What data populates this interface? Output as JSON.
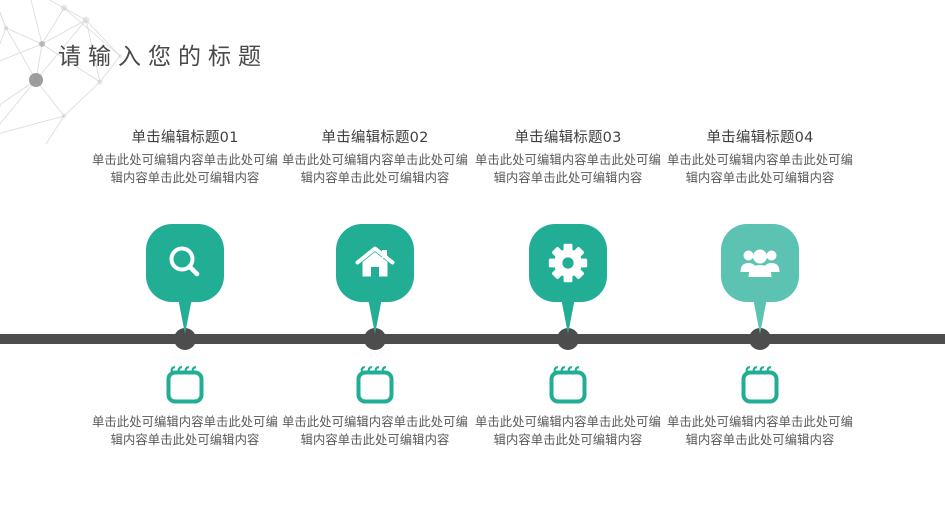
{
  "slide": {
    "title": "请输入您的标题",
    "background_color": "#ffffff",
    "title_color": "#4a4a4a",
    "timeline_color": "#4d4d4d",
    "accent_color": "#21ae95",
    "accent_color_light": "#5cc3b2",
    "decoration": "network-constellation"
  },
  "columns": [
    {
      "title": "单击编辑标题01",
      "description": "单击此处可编辑内容单击此处可编辑内容单击此处可编辑内容",
      "icon": "search-icon",
      "badge_color": "#21ae95",
      "footer_icon": "notepad-icon",
      "footer_description": "单击此处可编辑内容单击此处可编辑内容单击此处可编辑内容"
    },
    {
      "title": "单击编辑标题02",
      "description": "单击此处可编辑内容单击此处可编辑内容单击此处可编辑内容",
      "icon": "home-icon",
      "badge_color": "#21ae95",
      "footer_icon": "notepad-icon",
      "footer_description": "单击此处可编辑内容单击此处可编辑内容单击此处可编辑内容"
    },
    {
      "title": "单击编辑标题03",
      "description": "单击此处可编辑内容单击此处可编辑内容单击此处可编辑内容",
      "icon": "gear-icon",
      "badge_color": "#21ae95",
      "footer_icon": "notepad-icon",
      "footer_description": "单击此处可编辑内容单击此处可编辑内容单击此处可编辑内容"
    },
    {
      "title": "单击编辑标题04",
      "description": "单击此处可编辑内容单击此处可编辑内容单击此处可编辑内容",
      "icon": "people-group-icon",
      "badge_color": "#5cc3b2",
      "footer_icon": "notepad-icon",
      "footer_description": "单击此处可编辑内容单击此处可编辑内容单击此处可编辑内容"
    }
  ]
}
